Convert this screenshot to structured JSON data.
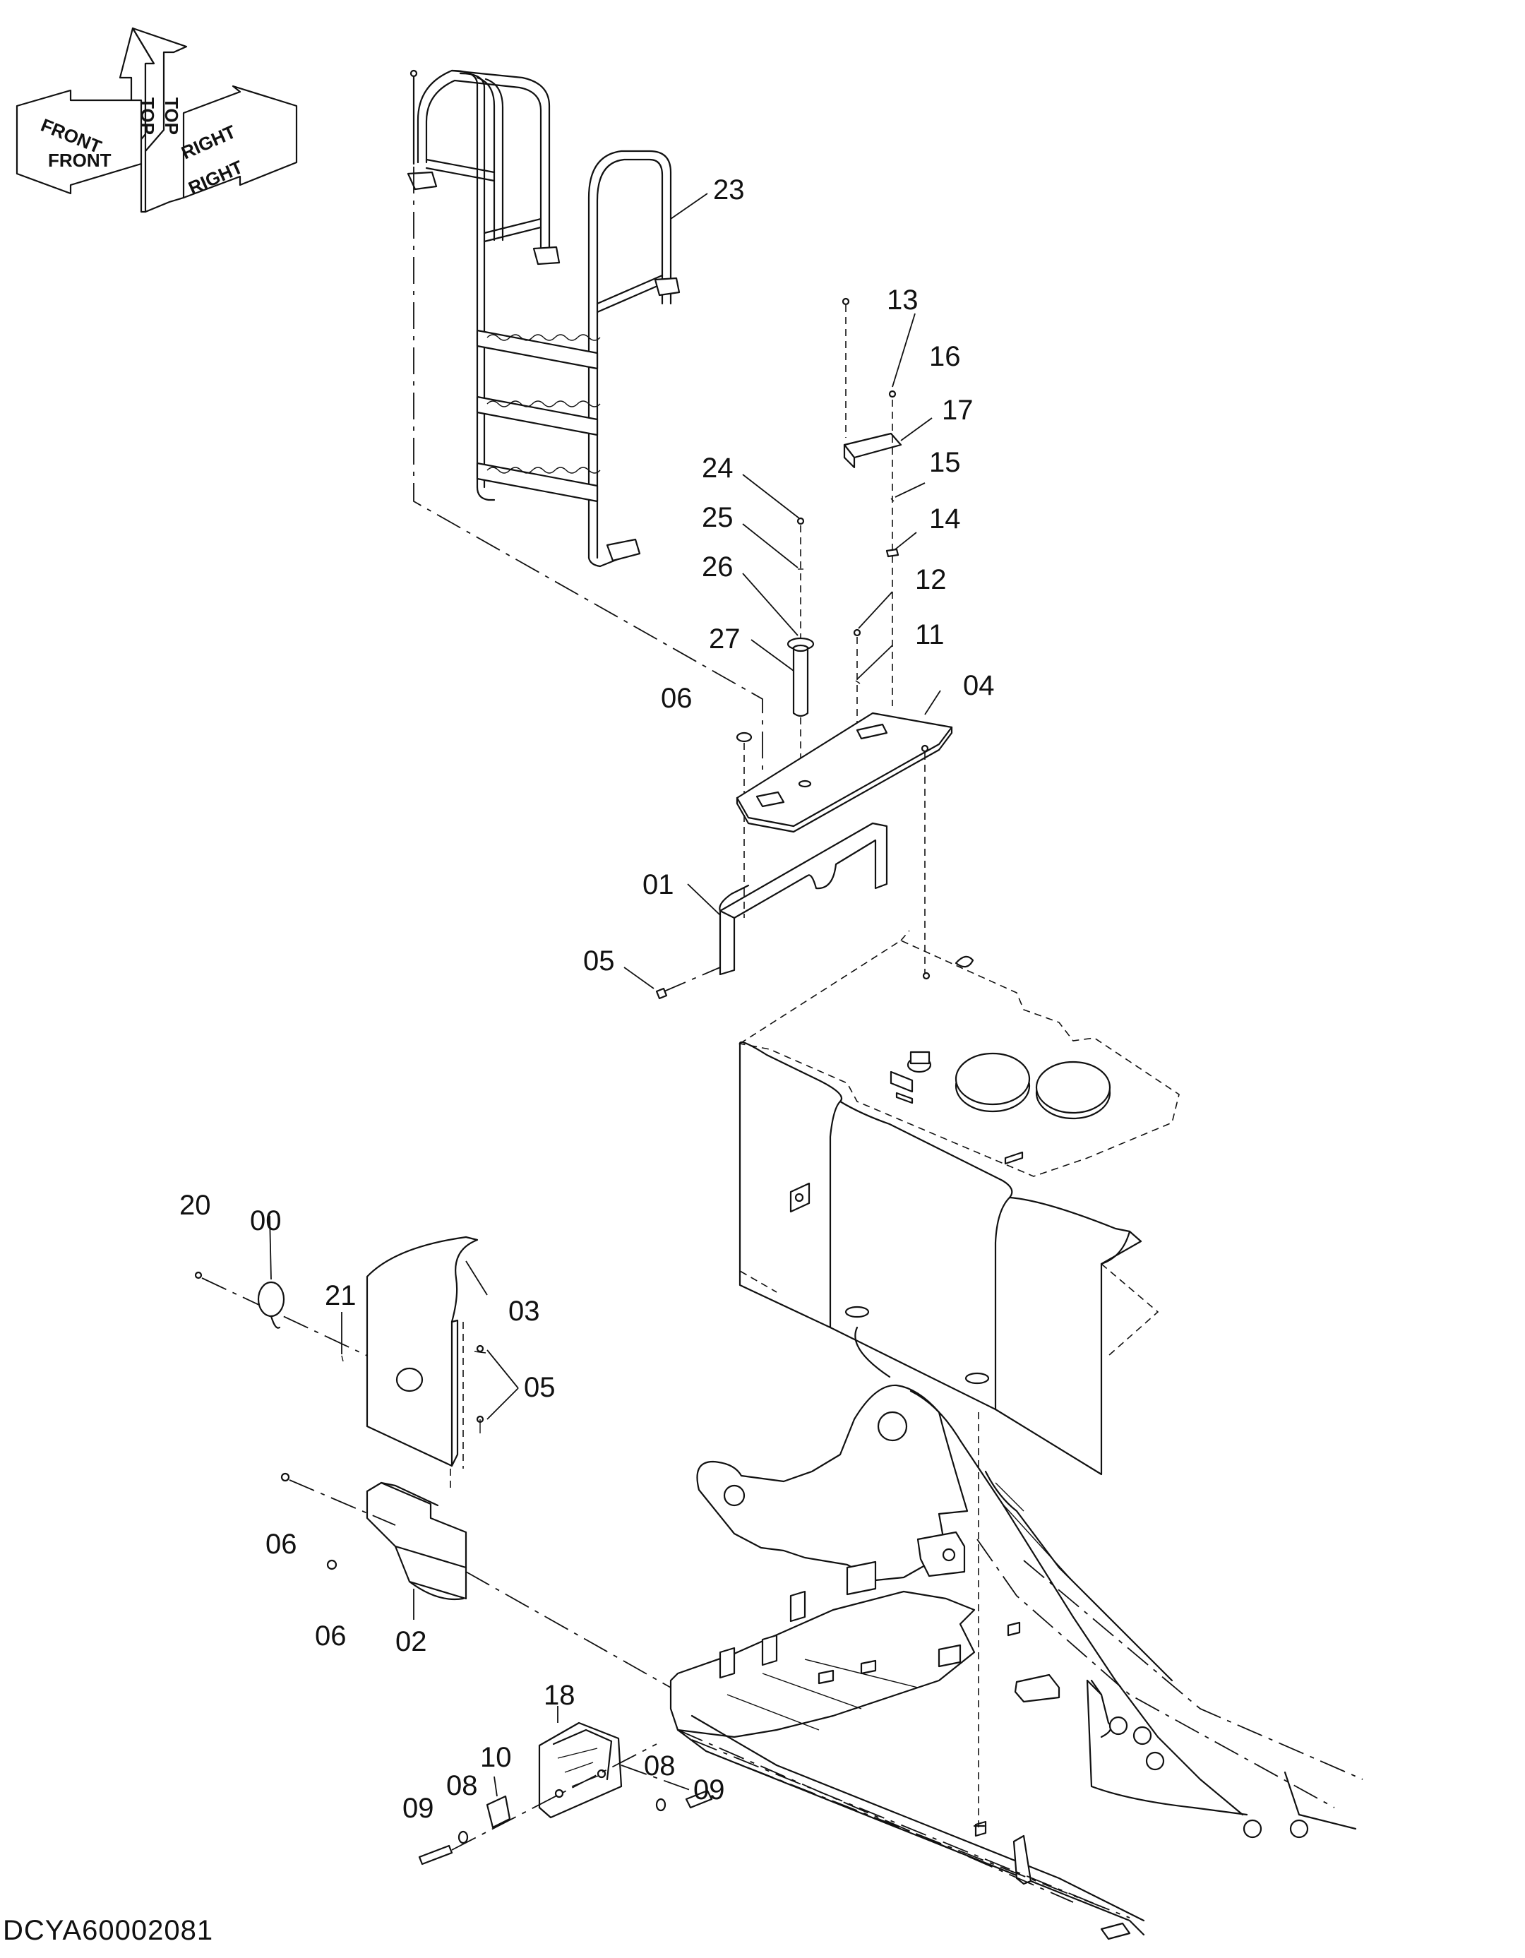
{
  "orientation": {
    "labels": [
      "FRONT",
      "FRONT",
      "TOP",
      "TOP",
      "RIGHT",
      "RIGHT"
    ]
  },
  "drawing_code": "DCYA60002081",
  "part_callouts": {
    "p23": "23",
    "p13": "13",
    "p16": "16",
    "p17": "17",
    "p15": "15",
    "p24": "24",
    "p25": "25",
    "p14": "14",
    "p26": "26",
    "p12": "12",
    "p27": "27",
    "p11": "11",
    "p06a": "06",
    "p04": "04",
    "p01": "01",
    "p05a": "05",
    "p20": "20",
    "p00": "00",
    "p21": "21",
    "p03": "03",
    "p05b": "05",
    "p06b": "06",
    "p06c": "06",
    "p02": "02",
    "p18": "18",
    "p10": "10",
    "p08a": "08",
    "p08b": "08",
    "p09a": "09",
    "p09b": "09"
  }
}
